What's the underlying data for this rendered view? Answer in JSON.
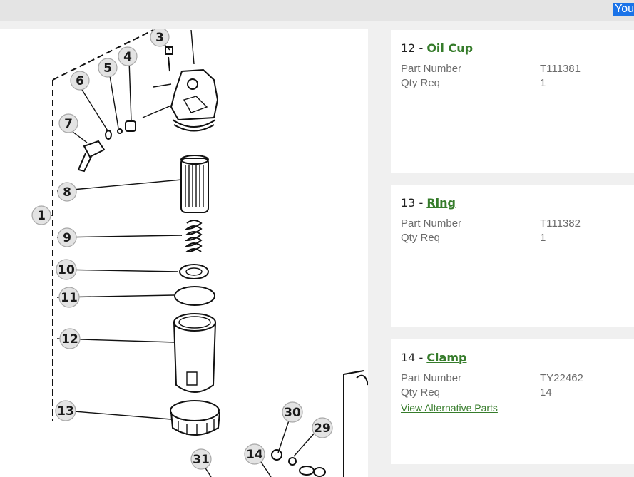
{
  "topbar": {
    "selected_text": "You"
  },
  "diagram": {
    "callouts": [
      "1",
      "3",
      "4",
      "5",
      "6",
      "7",
      "8",
      "9",
      "10",
      "11",
      "12",
      "13",
      "14",
      "29",
      "30",
      "31"
    ]
  },
  "parts": [
    {
      "ref": "12",
      "separator": " - ",
      "name": "Oil Cup",
      "part_number_label": "Part Number",
      "part_number": "T111381",
      "qty_label": "Qty Req",
      "qty": "1"
    },
    {
      "ref": "13",
      "separator": " - ",
      "name": "Ring",
      "part_number_label": "Part Number",
      "part_number": "T111382",
      "qty_label": "Qty Req",
      "qty": "1"
    },
    {
      "ref": "14",
      "separator": " - ",
      "name": "Clamp",
      "part_number_label": "Part Number",
      "part_number": "TY22462",
      "qty_label": "Qty Req",
      "qty": "14",
      "alt_link": "View Alternative Parts"
    }
  ],
  "colors": {
    "link_green": "#367c2b",
    "selection_blue": "#1a73e8"
  }
}
